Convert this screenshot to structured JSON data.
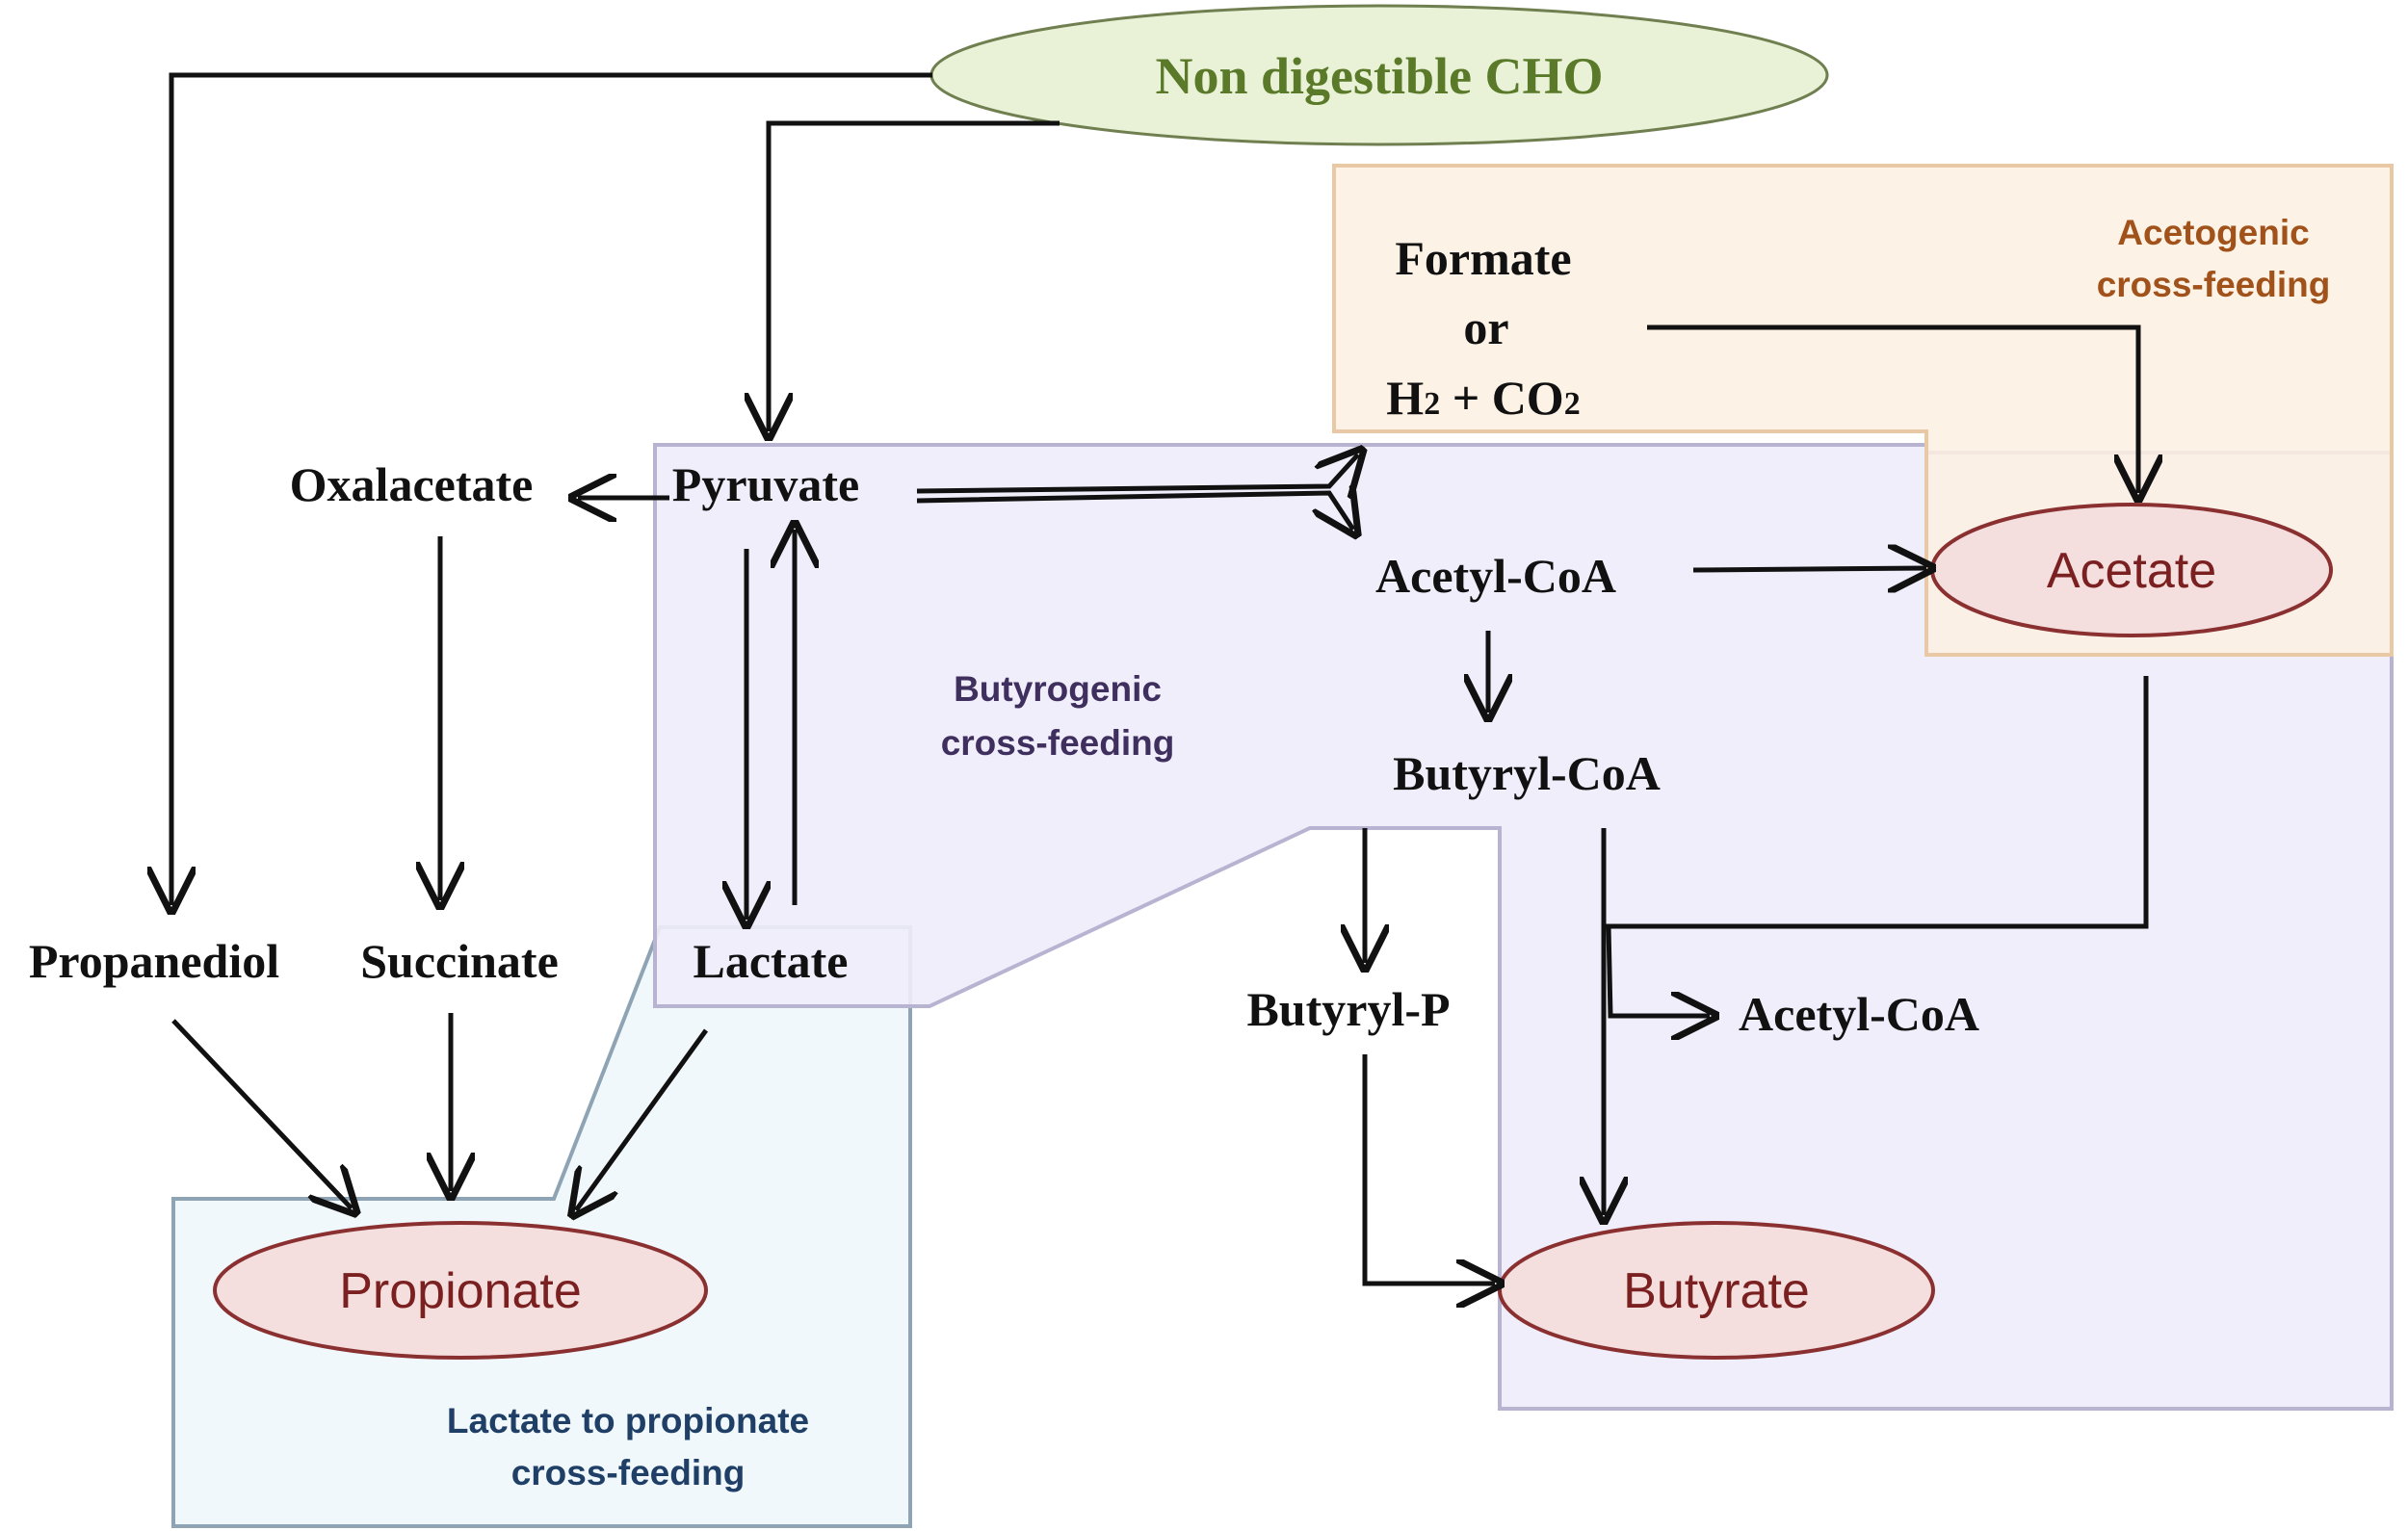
{
  "source": {
    "label": "Non digestible  CHO"
  },
  "nodes": {
    "pyruvate": "Pyruvate",
    "oxalacetate": "Oxalacetate",
    "lactate": "Lactate",
    "propanediol": "Propanediol",
    "succinate": "Succinate",
    "formate": "Formate",
    "or": "or",
    "h2": "H",
    "h2_sub": "2",
    "h2_plus": " + CO",
    "co2_sub": "2",
    "acetyl_coa_1": "Acetyl-CoA",
    "butyryl_coa": "Butyryl-CoA",
    "butyryl_p": "Butyryl-P",
    "acetyl_coa_2": "Acetyl-CoA"
  },
  "products": {
    "acetate": "Acetate",
    "propionate": "Propionate",
    "butyrate": "Butyrate"
  },
  "regions": {
    "acetogenic": {
      "line1": "Acetogenic",
      "line2": "cross-feeding",
      "color": "#a0521a",
      "fill": "#fdf0e2",
      "stroke": "#e9c8a6"
    },
    "butyrogenic": {
      "line1": "Butyrogenic",
      "line2": "cross-feeding",
      "color": "#3f2f5f",
      "fill": "#efedfa",
      "stroke": "#b9b3d2"
    },
    "lactate_propionate": {
      "line1": "Lactate to propionate",
      "line2": "cross-feeding",
      "color": "#1f3f66",
      "fill": "#f1f8fc",
      "stroke": "#8ea4b4"
    }
  },
  "colors": {
    "source_fill": "#e9f1d6",
    "source_stroke": "#6f7f4f",
    "source_text": "#5a7a2a",
    "product_fill": "#f4dede",
    "product_stroke": "#8a3030"
  }
}
